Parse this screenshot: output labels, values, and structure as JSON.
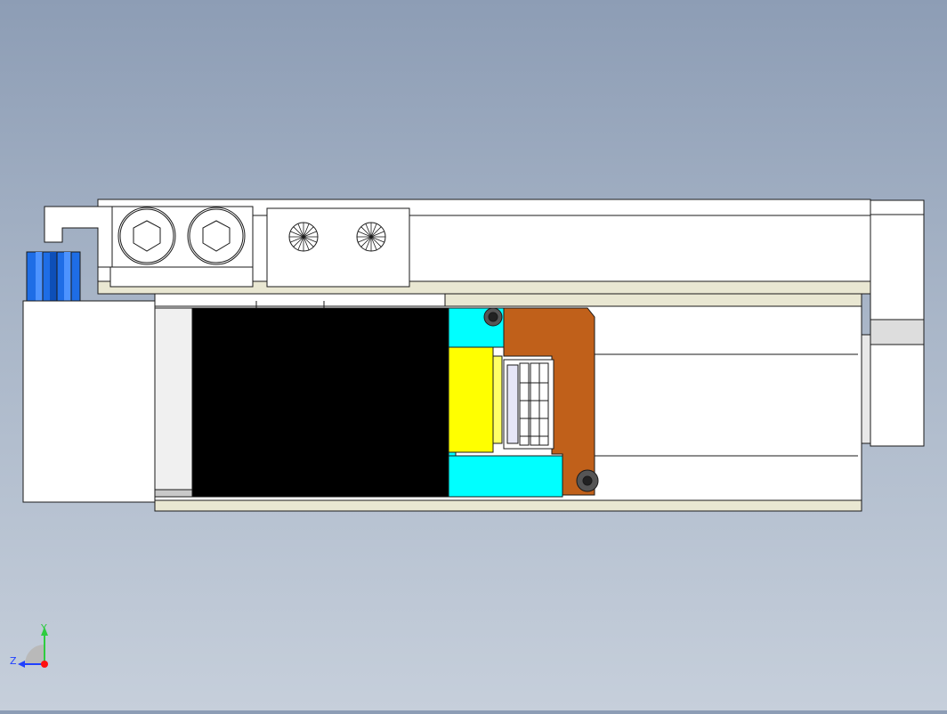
{
  "view": {
    "background_top": "#8d9db5",
    "background_bottom": "#c6cfdb"
  },
  "assembly": {
    "parts": [
      {
        "name": "mounting-bracket",
        "color": "#ffffff"
      },
      {
        "name": "socket-head-cap-screw",
        "count": 2,
        "color": "#ffffff"
      },
      {
        "name": "countersunk-screw",
        "count": 2,
        "color": "#ffffff"
      },
      {
        "name": "blue-coupling",
        "color": "#1f6fe0"
      },
      {
        "name": "motor-end-block",
        "color": "#ffffff"
      },
      {
        "name": "black-motor-body",
        "color": "#000000"
      },
      {
        "name": "cyan-housing",
        "color": "#00ffff"
      },
      {
        "name": "yellow-bearing-block",
        "color": "#ffff00"
      },
      {
        "name": "orange-end-cap",
        "color": "#c0601a"
      },
      {
        "name": "bearing-stack",
        "color": "#ffffff"
      },
      {
        "name": "guide-rail",
        "color": "#ffffff"
      },
      {
        "name": "end-plate",
        "color": "#ffffff"
      }
    ]
  },
  "triad": {
    "y_label": "Y",
    "z_label": "Z",
    "y_color": "#2ecc40",
    "z_color": "#2040ff",
    "x_color": "#ff1010"
  }
}
